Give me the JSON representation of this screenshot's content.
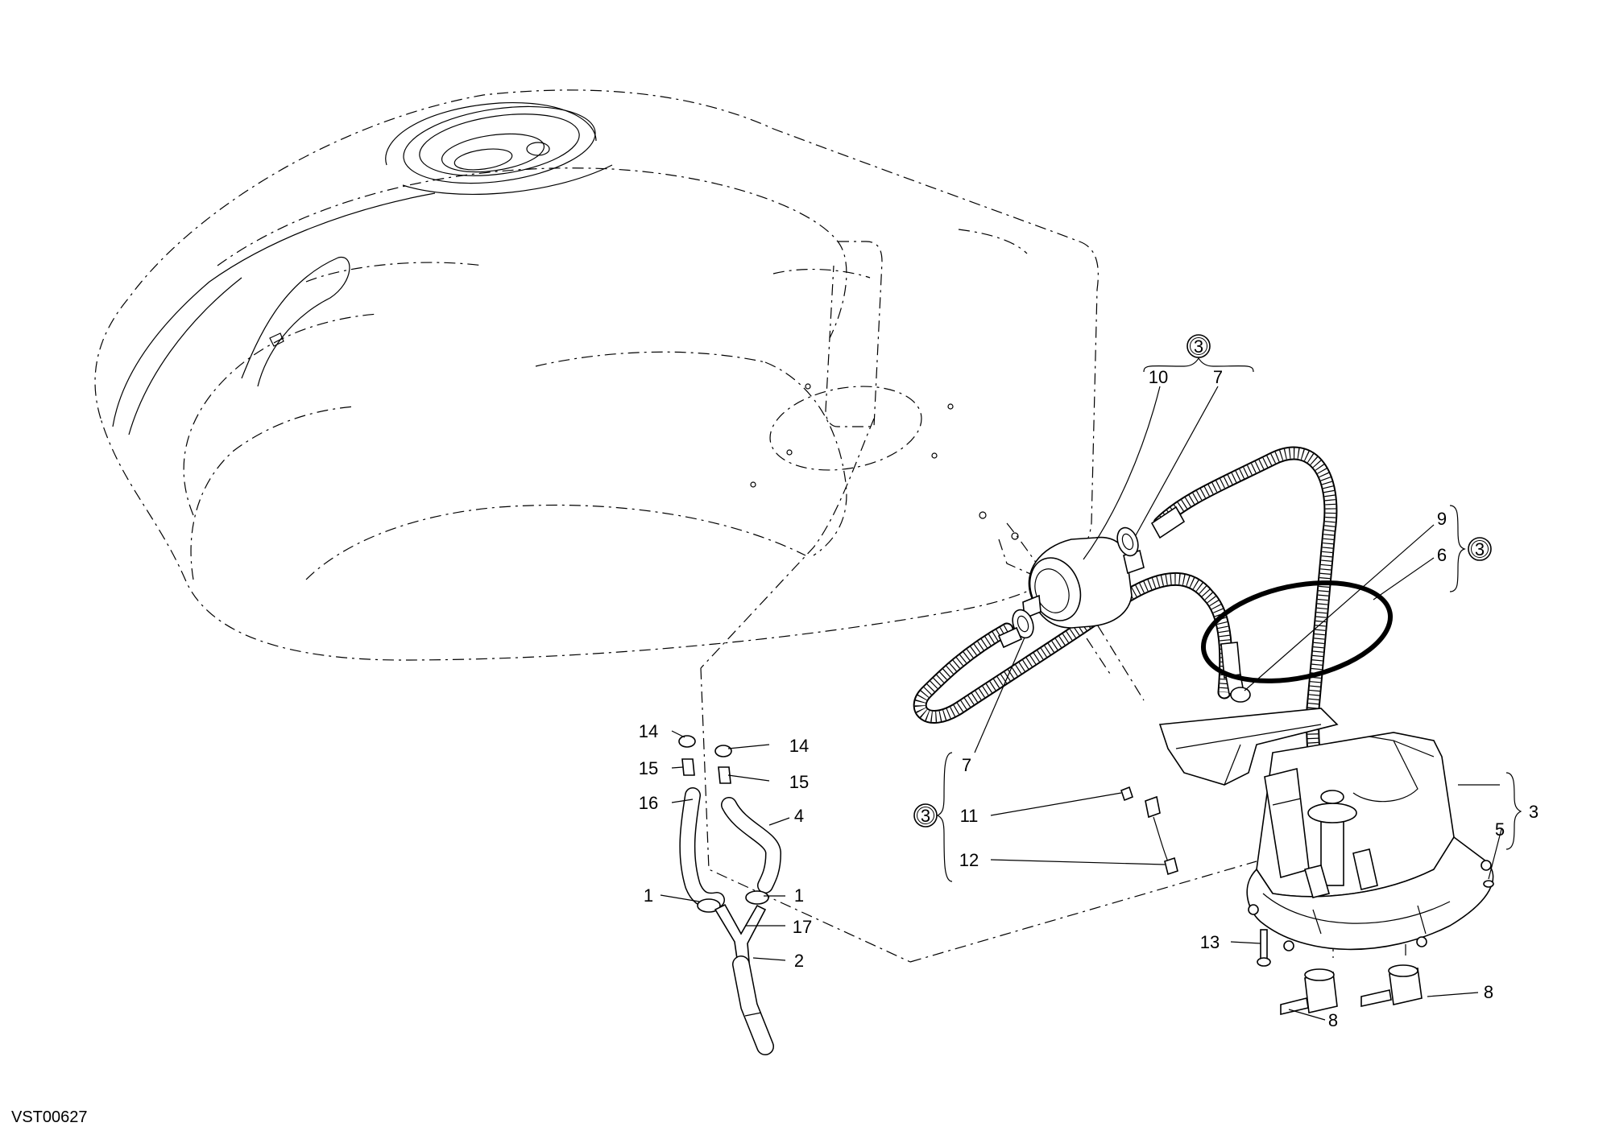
{
  "diagram": {
    "drawing_code": "VST00627",
    "accent_color": "#000000",
    "callouts": [
      {
        "id": "c14a",
        "text": "14"
      },
      {
        "id": "c15a",
        "text": "15"
      },
      {
        "id": "c16",
        "text": "16"
      },
      {
        "id": "c1a",
        "text": "1"
      },
      {
        "id": "c14b",
        "text": "14"
      },
      {
        "id": "c15b",
        "text": "15"
      },
      {
        "id": "c4",
        "text": "4"
      },
      {
        "id": "c1b",
        "text": "1"
      },
      {
        "id": "c17",
        "text": "17"
      },
      {
        "id": "c2",
        "text": "2"
      },
      {
        "id": "c10",
        "text": "10"
      },
      {
        "id": "c7top",
        "text": "7"
      },
      {
        "id": "c7mid",
        "text": "7"
      },
      {
        "id": "c11",
        "text": "11"
      },
      {
        "id": "c12",
        "text": "12"
      },
      {
        "id": "c13",
        "text": "13"
      },
      {
        "id": "c9",
        "text": "9"
      },
      {
        "id": "c6",
        "text": "6"
      },
      {
        "id": "c3",
        "text": "3"
      },
      {
        "id": "c5",
        "text": "5"
      },
      {
        "id": "c8a",
        "text": "8"
      },
      {
        "id": "c8b",
        "text": "8"
      }
    ],
    "kit_markers": [
      {
        "id": "kit_top",
        "text": "3"
      },
      {
        "id": "kit_right",
        "text": "3"
      },
      {
        "id": "kit_left",
        "text": "3"
      }
    ]
  }
}
